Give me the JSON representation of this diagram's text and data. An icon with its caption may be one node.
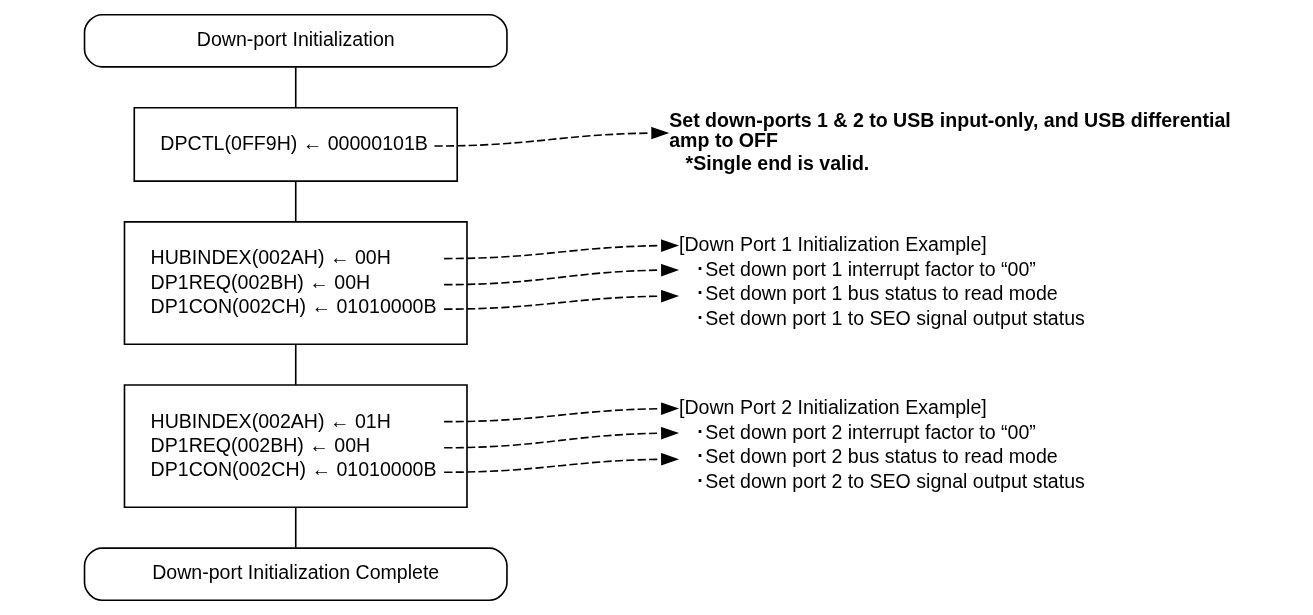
{
  "diagram": {
    "nodes": [
      {
        "text": [
          "Down-port Initialization"
        ]
      },
      {
        "text": [
          "DPCTL(0FF9H) ← 00000101B"
        ]
      },
      {
        "text": [
          "Set down-ports 1 & 2 to USB input-only, and USB differential amp to OFF",
          "*Single end is valid."
        ]
      },
      {
        "text": [
          "HUBINDEX(002AH) ← 00H",
          "DP1REQ(002BH) ← 00H",
          "DP1CON(002CH) ← 01010000B"
        ]
      },
      {
        "text": [
          "[Down Port 1 Initialization Example]",
          "･Set down port 1 interrupt factor to “00”",
          "･Set down port 1 bus status to read mode",
          "･Set down port 1 to SEO signal output status"
        ]
      },
      {
        "text": [
          "HUBINDEX(002AH) ← 01H",
          "DP1REQ(002BH) ← 00H",
          "DP1CON(002CH) ← 01010000B"
        ]
      },
      {
        "text": [
          "[Down Port 2 Initialization Example]",
          "･Set down port 2 interrupt factor to “00”",
          "･Set down port 2 bus status to read mode",
          "･Set down port 2 to SEO signal output status"
        ]
      },
      {
        "text": [
          "Down-port Initialization Complete"
        ]
      }
    ],
    "edges": [
      {
        "from": 0,
        "to": 1,
        "arrow": "none"
      },
      {
        "from": 1,
        "to": 2,
        "arrow": "to",
        "style": "dashed"
      },
      {
        "from": 1,
        "to": 3,
        "arrow": "none"
      },
      {
        "from": 3,
        "to": 4,
        "arrow": "to",
        "style": "dashed"
      },
      {
        "from": 3,
        "to": 4,
        "arrow": "to",
        "style": "dashed"
      },
      {
        "from": 3,
        "to": 4,
        "arrow": "to",
        "style": "dashed"
      },
      {
        "from": 3,
        "to": 5,
        "arrow": "none"
      },
      {
        "from": 5,
        "to": 6,
        "arrow": "to",
        "style": "dashed"
      },
      {
        "from": 5,
        "to": 6,
        "arrow": "to",
        "style": "dashed"
      },
      {
        "from": 5,
        "to": 6,
        "arrow": "to",
        "style": "dashed"
      },
      {
        "from": 5,
        "to": 7,
        "arrow": "none"
      }
    ]
  }
}
